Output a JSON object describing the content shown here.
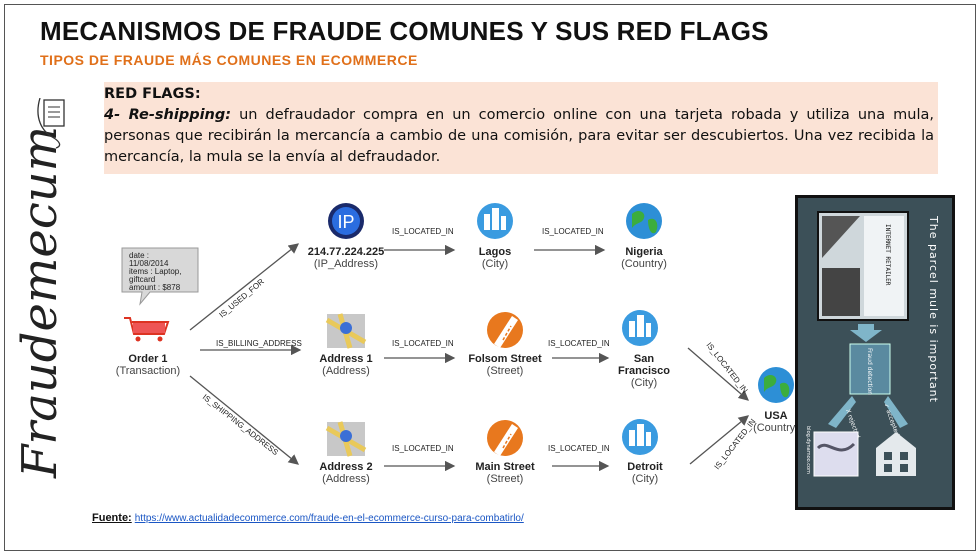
{
  "header": {
    "title": "MECANISMOS DE FRAUDE COMUNES Y SUS RED FLAGS",
    "subtitle": "TIPOS DE FRAUDE MÁS COMUNES  EN ECOMMERCE"
  },
  "side_brand": "Fraudemecum",
  "redflags": {
    "heading": "RED FLAGS:",
    "lead": "4- Re-shipping:",
    "text": " un defraudador compra en un comercio online con una tarjeta robada y utiliza una mula, personas que recibirán la mercancía a cambio de una comisión, para evitar ser descubiertos. Una vez recibida la mercancía, la mula se la envía al defraudador."
  },
  "diagram": {
    "tooltip": [
      "date :",
      "11/08/2014",
      "items : Laptop,",
      "giftcard",
      "amount : $878"
    ],
    "nodes": {
      "order": {
        "label": "Order 1",
        "type": "(Transaction)"
      },
      "ip": {
        "label": "214.77.224.225",
        "type": "(IP_Address)",
        "icon_text": "IP"
      },
      "lagos": {
        "label": "Lagos",
        "type": "(City)"
      },
      "nigeria": {
        "label": "Nigeria",
        "type": "(Country)"
      },
      "addr1": {
        "label": "Address 1",
        "type": "(Address)"
      },
      "folsom": {
        "label": "Folsom Street",
        "type": "(Street)"
      },
      "sf": {
        "label1": "San",
        "label2": "Francisco",
        "type": "(City)"
      },
      "addr2": {
        "label": "Address 2",
        "type": "(Address)"
      },
      "main": {
        "label": "Main Street",
        "type": "(Street)"
      },
      "detroit": {
        "label": "Detroit",
        "type": "(City)"
      },
      "usa": {
        "label": "USA",
        "type": "(Country)"
      }
    },
    "edges": {
      "used_for": "IS_USED_FOR",
      "billing": "IS_BILLING_ADDRESS",
      "shipping": "IS_SHIPPING_ADDRESS",
      "located_in": "IS_LOCATED_IN"
    }
  },
  "panel": {
    "title": "The parcel mule is important",
    "retailer": "INTERNET RETAILER",
    "fraud": "Fraud detection",
    "rejected": "X rejected",
    "accepted": "✓ accepted",
    "credit": "blog.dynamoo.com"
  },
  "source": {
    "label": "Fuente:",
    "url": "https://www.actualidadecommerce.com/fraude-en-el-ecommerce-curso-para-combatirlo/"
  },
  "colors": {
    "accent": "#e0701a",
    "box_bg": "#fbe3d6",
    "panel_bg": "#3c5058"
  }
}
